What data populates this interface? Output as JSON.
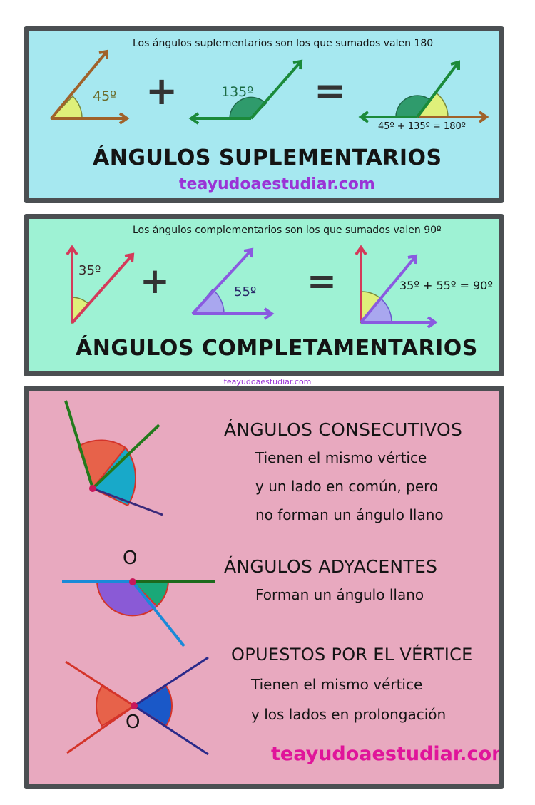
{
  "supplementary": {
    "caption": "Los ángulos suplementarios son los que sumados valen 180",
    "angle_a": "45º",
    "plus": "+",
    "angle_b": "135º",
    "equals": "=",
    "sum": "45º + 135º = 180º",
    "title": "ÁNGULOS SUPLEMENTARIOS",
    "site": "teayudoaestudiar.com"
  },
  "complementary": {
    "caption": "Los ángulos complementarios son los que sumados valen 90º",
    "angle_a": "35º",
    "plus": "+",
    "angle_b": "55º",
    "equals": "=",
    "sum": "35º + 55º = 90º",
    "title": "ÁNGULOS COMPLETAMENTARIOS"
  },
  "middle_site": "teayudoaestudiar.com",
  "others": {
    "consecutive": {
      "title": "ÁNGULOS CONSECUTIVOS",
      "line1": "Tienen el mismo vértice",
      "line2": "y un lado en común, pero",
      "line3": "no forman un ángulo llano"
    },
    "adjacent": {
      "vertex": "O",
      "title": "ÁNGULOS ADYACENTES",
      "line1": "Forman un ángulo llano"
    },
    "opposite": {
      "vertex": "O",
      "title": "OPUESTOS POR EL VÉRTICE",
      "line1": "Tienen el mismo vértice",
      "line2": "y los lados en prolongación"
    },
    "site": "teayudoaestudiar.com"
  },
  "colors": {
    "panel_border": "#4b4f52",
    "supplementary_bg": "#a6e8f0",
    "complementary_bg": "#9ef2d4",
    "others_bg": "#e8a9bf",
    "site_purple": "#9a33d6",
    "site_magenta": "#e0149a"
  }
}
